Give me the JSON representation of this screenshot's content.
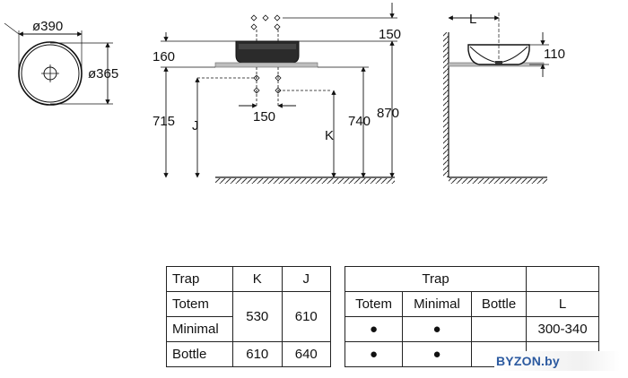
{
  "top_view": {
    "outer_dia": "ø390",
    "inner_dia": "ø365"
  },
  "front_view": {
    "dim_top": "150",
    "dim_bowl_height": "160",
    "dim_floor_to_counter": "715",
    "label_j": "J",
    "dim_trap_offset": "150",
    "label_k": "K",
    "dim_floor_to_outlet": "740",
    "dim_floor_to_rim": "870"
  },
  "side_view": {
    "label_l": "L",
    "dim_depth": "110"
  },
  "table_kj": {
    "headers": [
      "Trap",
      "K",
      "J"
    ],
    "rows": [
      {
        "trap": "Totem"
      },
      {
        "trap": "Minimal"
      },
      {
        "trap": "Bottle"
      }
    ],
    "merged_k": "530",
    "merged_j": "610",
    "bottle_k": "610",
    "bottle_j": "640"
  },
  "table_l": {
    "header_trap": "Trap",
    "sub_headers": [
      "Totem",
      "Minimal",
      "Bottle"
    ],
    "header_l": "L",
    "row1_l": "300-340",
    "bullet": "●"
  },
  "watermark": {
    "text": "BYZON.by",
    "color": "#2c5aa0"
  }
}
